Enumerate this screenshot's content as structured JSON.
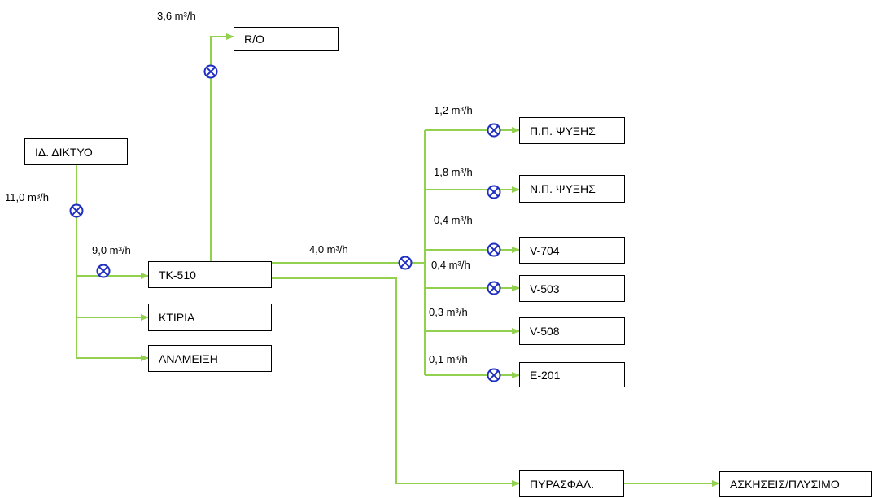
{
  "colors": {
    "line": "#92d050",
    "valve": "#1f2fbf",
    "box_border": "#000000"
  },
  "nodes": {
    "water_network": "ΙΔ. ΔΙΚΤΥΟ",
    "ro": "R/O",
    "tk510": "TK-510",
    "buildings": "ΚΤΙΡΙΑ",
    "mixing": "ΑΝΑΜΕΙΞΗ",
    "pp_cooling": "Π.Π. ΨΥΞΗΣ",
    "np_cooling": "Ν.Π. ΨΥΞΗΣ",
    "v704": "V-704",
    "v503": "V-503",
    "v508": "V-508",
    "e201": "E-201",
    "fire_safety": "ΠΥΡΑΣΦΑΛ.",
    "exercises": "ΑΣΚΗΣΕΙΣ/ΠΛΥΣΙΜΟ"
  },
  "flows": {
    "ro": "3,6 m³/h",
    "network": "11,0 m³/h",
    "to_tk510": "9,0 m³/h",
    "from_tk510": "4,0 m³/h",
    "pp_cooling": "1,2 m³/h",
    "np_cooling": "1,8 m³/h",
    "v704": "0,4 m³/h",
    "v503": "0,4 m³/h",
    "v508": "0,3 m³/h",
    "e201": "0,1 m³/h"
  }
}
